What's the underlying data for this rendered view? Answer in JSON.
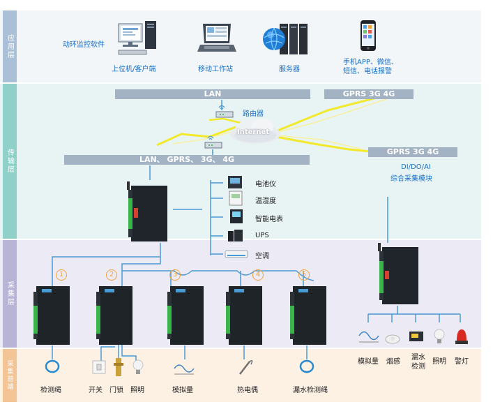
{
  "layers": [
    {
      "name": "应用层"
    },
    {
      "name": "传输层"
    },
    {
      "name": "采集层"
    },
    {
      "name": "采集前端"
    }
  ],
  "app": {
    "software": "动环监控软件",
    "client": "上位机/客户端",
    "mobile_station": "移动工作站",
    "server": "服务器",
    "phone_line1": "手机APP、微信、",
    "phone_line2": "短信、电话报警"
  },
  "transport": {
    "lan": "LAN",
    "gprs_top": "GPRS 3G 4G",
    "router": "路由器",
    "internet": "Internet",
    "lan_multi": "LAN、 GPRS、 3G、 4G",
    "gprs_right": "GPRS 3G 4G",
    "module_line1": "DI/DO/AI",
    "module_line2": "综合采集模块"
  },
  "devices": {
    "battery": "电池仪",
    "temp": "温湿度",
    "meter": "智能电表",
    "ups": "UPS",
    "ac": "空调"
  },
  "channels": [
    "1",
    "2",
    "3",
    "4",
    "5"
  ],
  "sensors_bottom": {
    "rope": "检测绳",
    "switch": "开关",
    "lock": "门锁",
    "light": "照明",
    "analog": "模拟量",
    "thermo": "热电偶",
    "leak": "漏水检测绳"
  },
  "sensors_right": {
    "analog": "模拟量",
    "smoke": "烟感",
    "leak_line1": "漏水",
    "leak_line2": "检测",
    "light": "照明",
    "alarm": "警灯"
  },
  "colors": {
    "band_app": "#f3f6f9",
    "band_trans": "#e7f4f3",
    "band_acq": "#ecebf5",
    "band_front": "#fdf1e4",
    "label_app": "#a9c0d6",
    "label_trans": "#8fd1c8",
    "label_acq": "#b7b4d6",
    "label_front": "#f3c596",
    "line_blue": "#4a9ad4",
    "lightning": "#f2e92a"
  }
}
